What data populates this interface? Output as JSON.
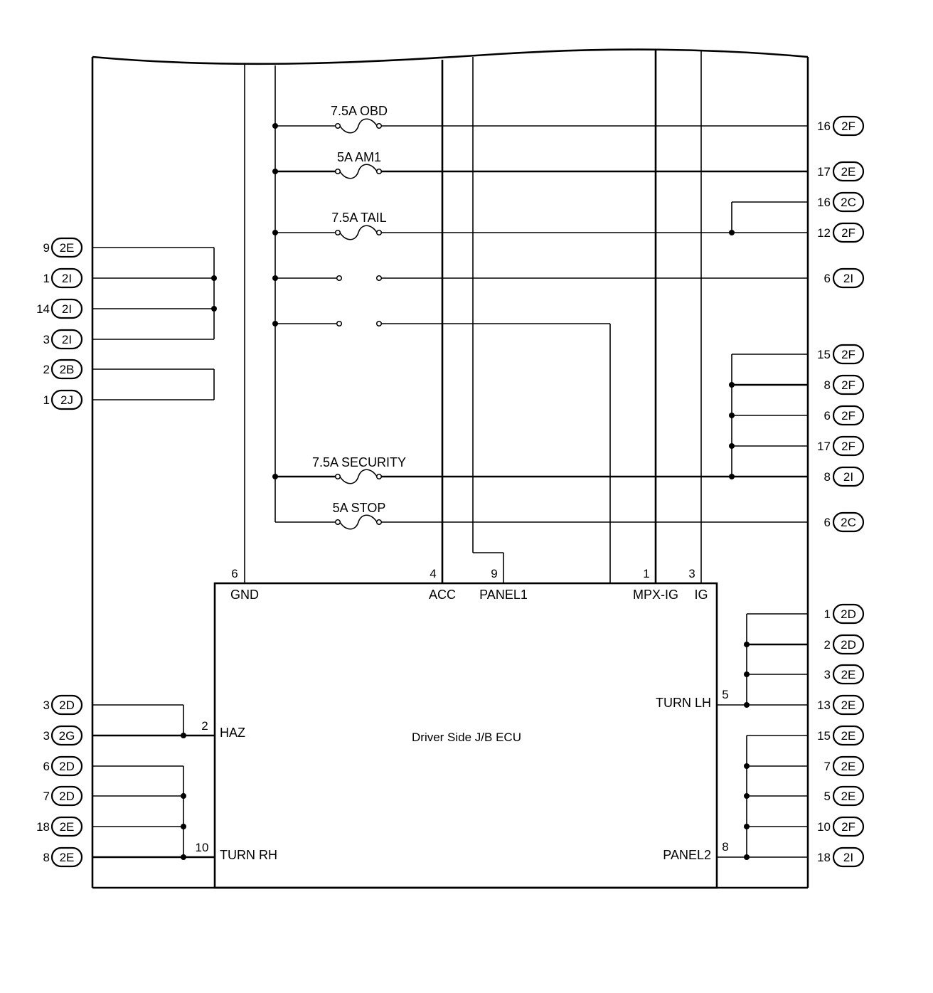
{
  "ecu": {
    "title": "Driver Side J/B ECU",
    "pins": {
      "gnd": {
        "num": "6",
        "name": "GND"
      },
      "acc": {
        "num": "4",
        "name": "ACC"
      },
      "panel1": {
        "num": "9",
        "name": "PANEL1"
      },
      "mpxig": {
        "num": "1",
        "name": "MPX-IG"
      },
      "ig": {
        "num": "3",
        "name": "IG"
      },
      "haz": {
        "num": "2",
        "name": "HAZ"
      },
      "turnrh": {
        "num": "10",
        "name": "TURN RH"
      },
      "turnlh": {
        "num": "5",
        "name": "TURN LH"
      },
      "panel2": {
        "num": "8",
        "name": "PANEL2"
      }
    }
  },
  "fuses": {
    "obd": "7.5A OBD",
    "am1": "5A AM1",
    "tail": "7.5A TAIL",
    "security": "7.5A SECURITY",
    "stop": "5A STOP"
  },
  "connectors": {
    "left": [
      {
        "pin": "9",
        "id": "2E"
      },
      {
        "pin": "1",
        "id": "2I"
      },
      {
        "pin": "14",
        "id": "2I"
      },
      {
        "pin": "3",
        "id": "2I"
      },
      {
        "pin": "2",
        "id": "2B"
      },
      {
        "pin": "1",
        "id": "2J"
      },
      {
        "pin": "3",
        "id": "2D"
      },
      {
        "pin": "3",
        "id": "2G"
      },
      {
        "pin": "6",
        "id": "2D"
      },
      {
        "pin": "7",
        "id": "2D"
      },
      {
        "pin": "18",
        "id": "2E"
      },
      {
        "pin": "8",
        "id": "2E"
      }
    ],
    "right": [
      {
        "pin": "16",
        "id": "2F"
      },
      {
        "pin": "17",
        "id": "2E"
      },
      {
        "pin": "16",
        "id": "2C"
      },
      {
        "pin": "12",
        "id": "2F"
      },
      {
        "pin": "6",
        "id": "2I"
      },
      {
        "pin": "15",
        "id": "2F"
      },
      {
        "pin": "8",
        "id": "2F"
      },
      {
        "pin": "6",
        "id": "2F"
      },
      {
        "pin": "17",
        "id": "2F"
      },
      {
        "pin": "8",
        "id": "2I"
      },
      {
        "pin": "6",
        "id": "2C"
      },
      {
        "pin": "1",
        "id": "2D"
      },
      {
        "pin": "2",
        "id": "2D"
      },
      {
        "pin": "3",
        "id": "2E"
      },
      {
        "pin": "13",
        "id": "2E"
      },
      {
        "pin": "15",
        "id": "2E"
      },
      {
        "pin": "7",
        "id": "2E"
      },
      {
        "pin": "5",
        "id": "2E"
      },
      {
        "pin": "10",
        "id": "2F"
      },
      {
        "pin": "18",
        "id": "2I"
      }
    ]
  }
}
